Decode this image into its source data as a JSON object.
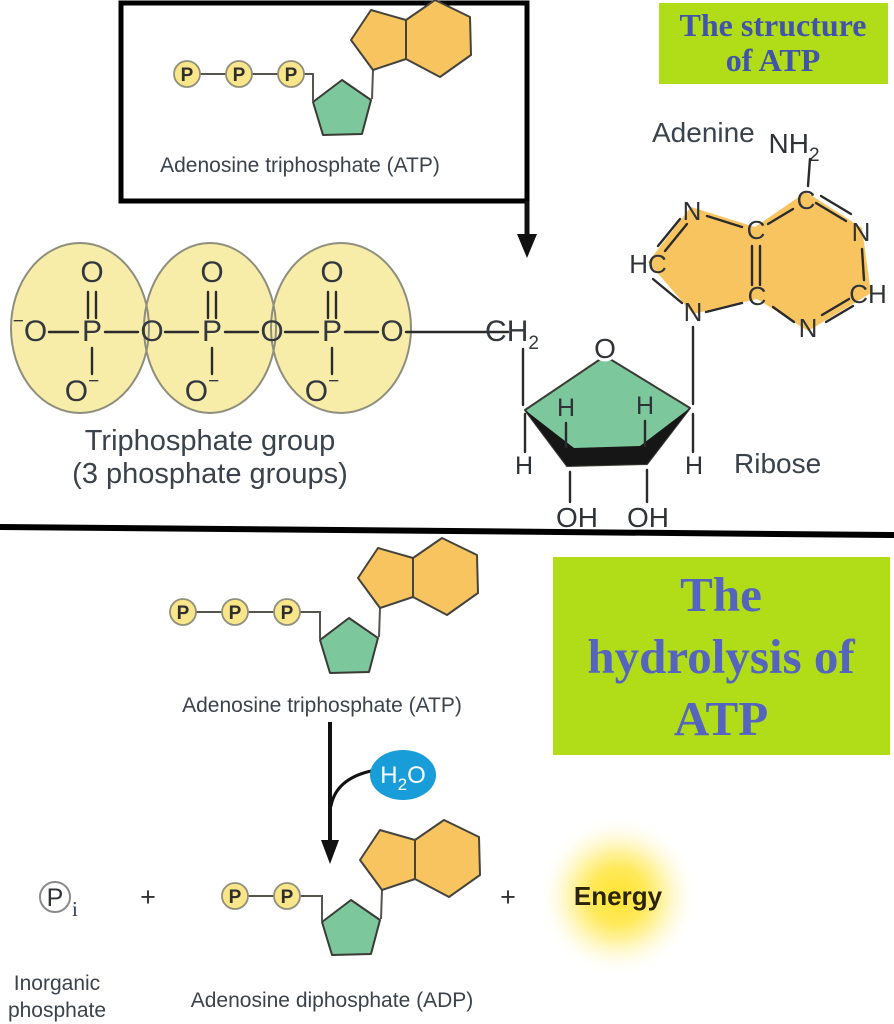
{
  "titles": {
    "structure_line1": "The structure",
    "structure_line2": "of ATP",
    "hydrolysis_line1": "The",
    "hydrolysis_line2": "hydrolysis of",
    "hydrolysis_line3": "ATP"
  },
  "labels": {
    "atp": "Adenosine triphosphate (ATP)",
    "adp": "Adenosine diphosphate (ADP)",
    "triphosphate_line1": "Triphosphate group",
    "triphosphate_line2": "(3 phosphate groups)",
    "adenine": "Adenine",
    "ribose": "Ribose",
    "inorganic_line1": "Inorganic",
    "inorganic_line2": "phosphate",
    "energy": "Energy",
    "plus": "+"
  },
  "atoms": {
    "P": "P",
    "O": "O",
    "minus": "−",
    "N": "N",
    "C": "C",
    "HC": "HC",
    "CH": "CH",
    "H": "H",
    "OH": "OH",
    "NH": "NH",
    "sub2": "2",
    "water_h": "H",
    "water_o": "O",
    "pi_p": "P",
    "pi_sub": "i"
  },
  "colors": {
    "title_box_bg": "#b0dd17",
    "title_text_top": "#4153ab",
    "title_text_bottom": "#5464bf",
    "adenine_orange": "#f8c45f",
    "ribose_green": "#7cc79c",
    "phosphate_circle_yellow": "#f9e58a",
    "triphosphate_blob_yellow": "#f8eca9",
    "water_blue": "#189dd9",
    "energy_yellow": "#ffe747",
    "label_text": "#3a424c"
  }
}
